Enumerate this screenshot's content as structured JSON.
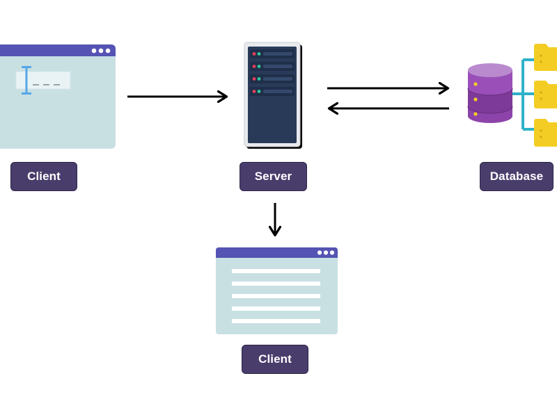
{
  "labels": {
    "client_top": "Client",
    "server": "Server",
    "database": "Database",
    "client_bottom": "Client"
  },
  "colors": {
    "window_titlebar": "#5553b3",
    "window_body": "#c9e0e3",
    "label_bg": "#493d6c",
    "server_body": "#283a58",
    "database": "#8e44ad",
    "folder": "#f4cd24",
    "connector": "#2eb1c9",
    "arrow": "#000000"
  }
}
